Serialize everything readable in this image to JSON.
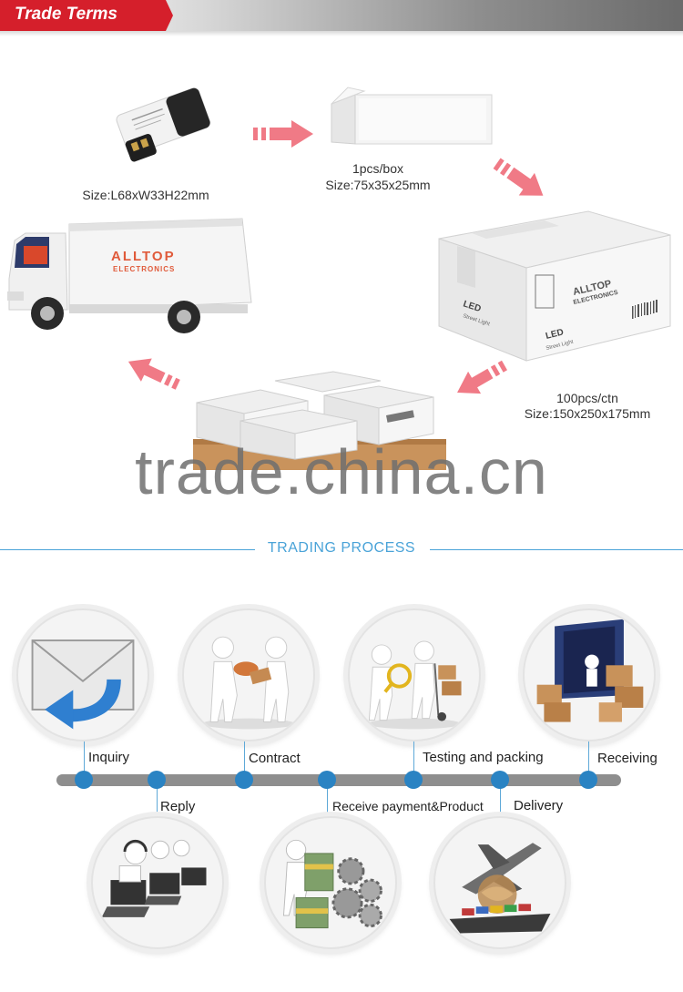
{
  "header": {
    "title": "Trade Terms"
  },
  "packaging": {
    "product_size": "Size:L68xW33H22mm",
    "box_qty": "1pcs/box",
    "box_size": "Size:75x35x25mm",
    "ctn_qty": "100pcs/ctn",
    "ctn_size": "Size:150x250x175mm",
    "brand": "ALLTOP",
    "brand_sub": "ELECTRONICS",
    "carton_label": "LED",
    "carton_sublabel": "Street Light"
  },
  "watermark": "trade.china.cn",
  "process": {
    "title": "TRADING PROCESS",
    "steps": [
      {
        "label": "Inquiry"
      },
      {
        "label": "Reply"
      },
      {
        "label": "Contract"
      },
      {
        "label": "Receive payment&Product"
      },
      {
        "label": "Testing and packing"
      },
      {
        "label": "Delivery"
      },
      {
        "label": "Receiving"
      }
    ]
  },
  "colors": {
    "accent_red": "#d51f2b",
    "arrow_pink": "#f07a86",
    "process_blue": "#2a83c3",
    "title_blue": "#4aa3d8"
  },
  "icons": [
    "envelope-reply-icon",
    "handshake-icon",
    "magnifier-cart-icon",
    "warehouse-container-icon",
    "call-center-icon",
    "money-gears-icon",
    "airplane-ship-icon"
  ]
}
